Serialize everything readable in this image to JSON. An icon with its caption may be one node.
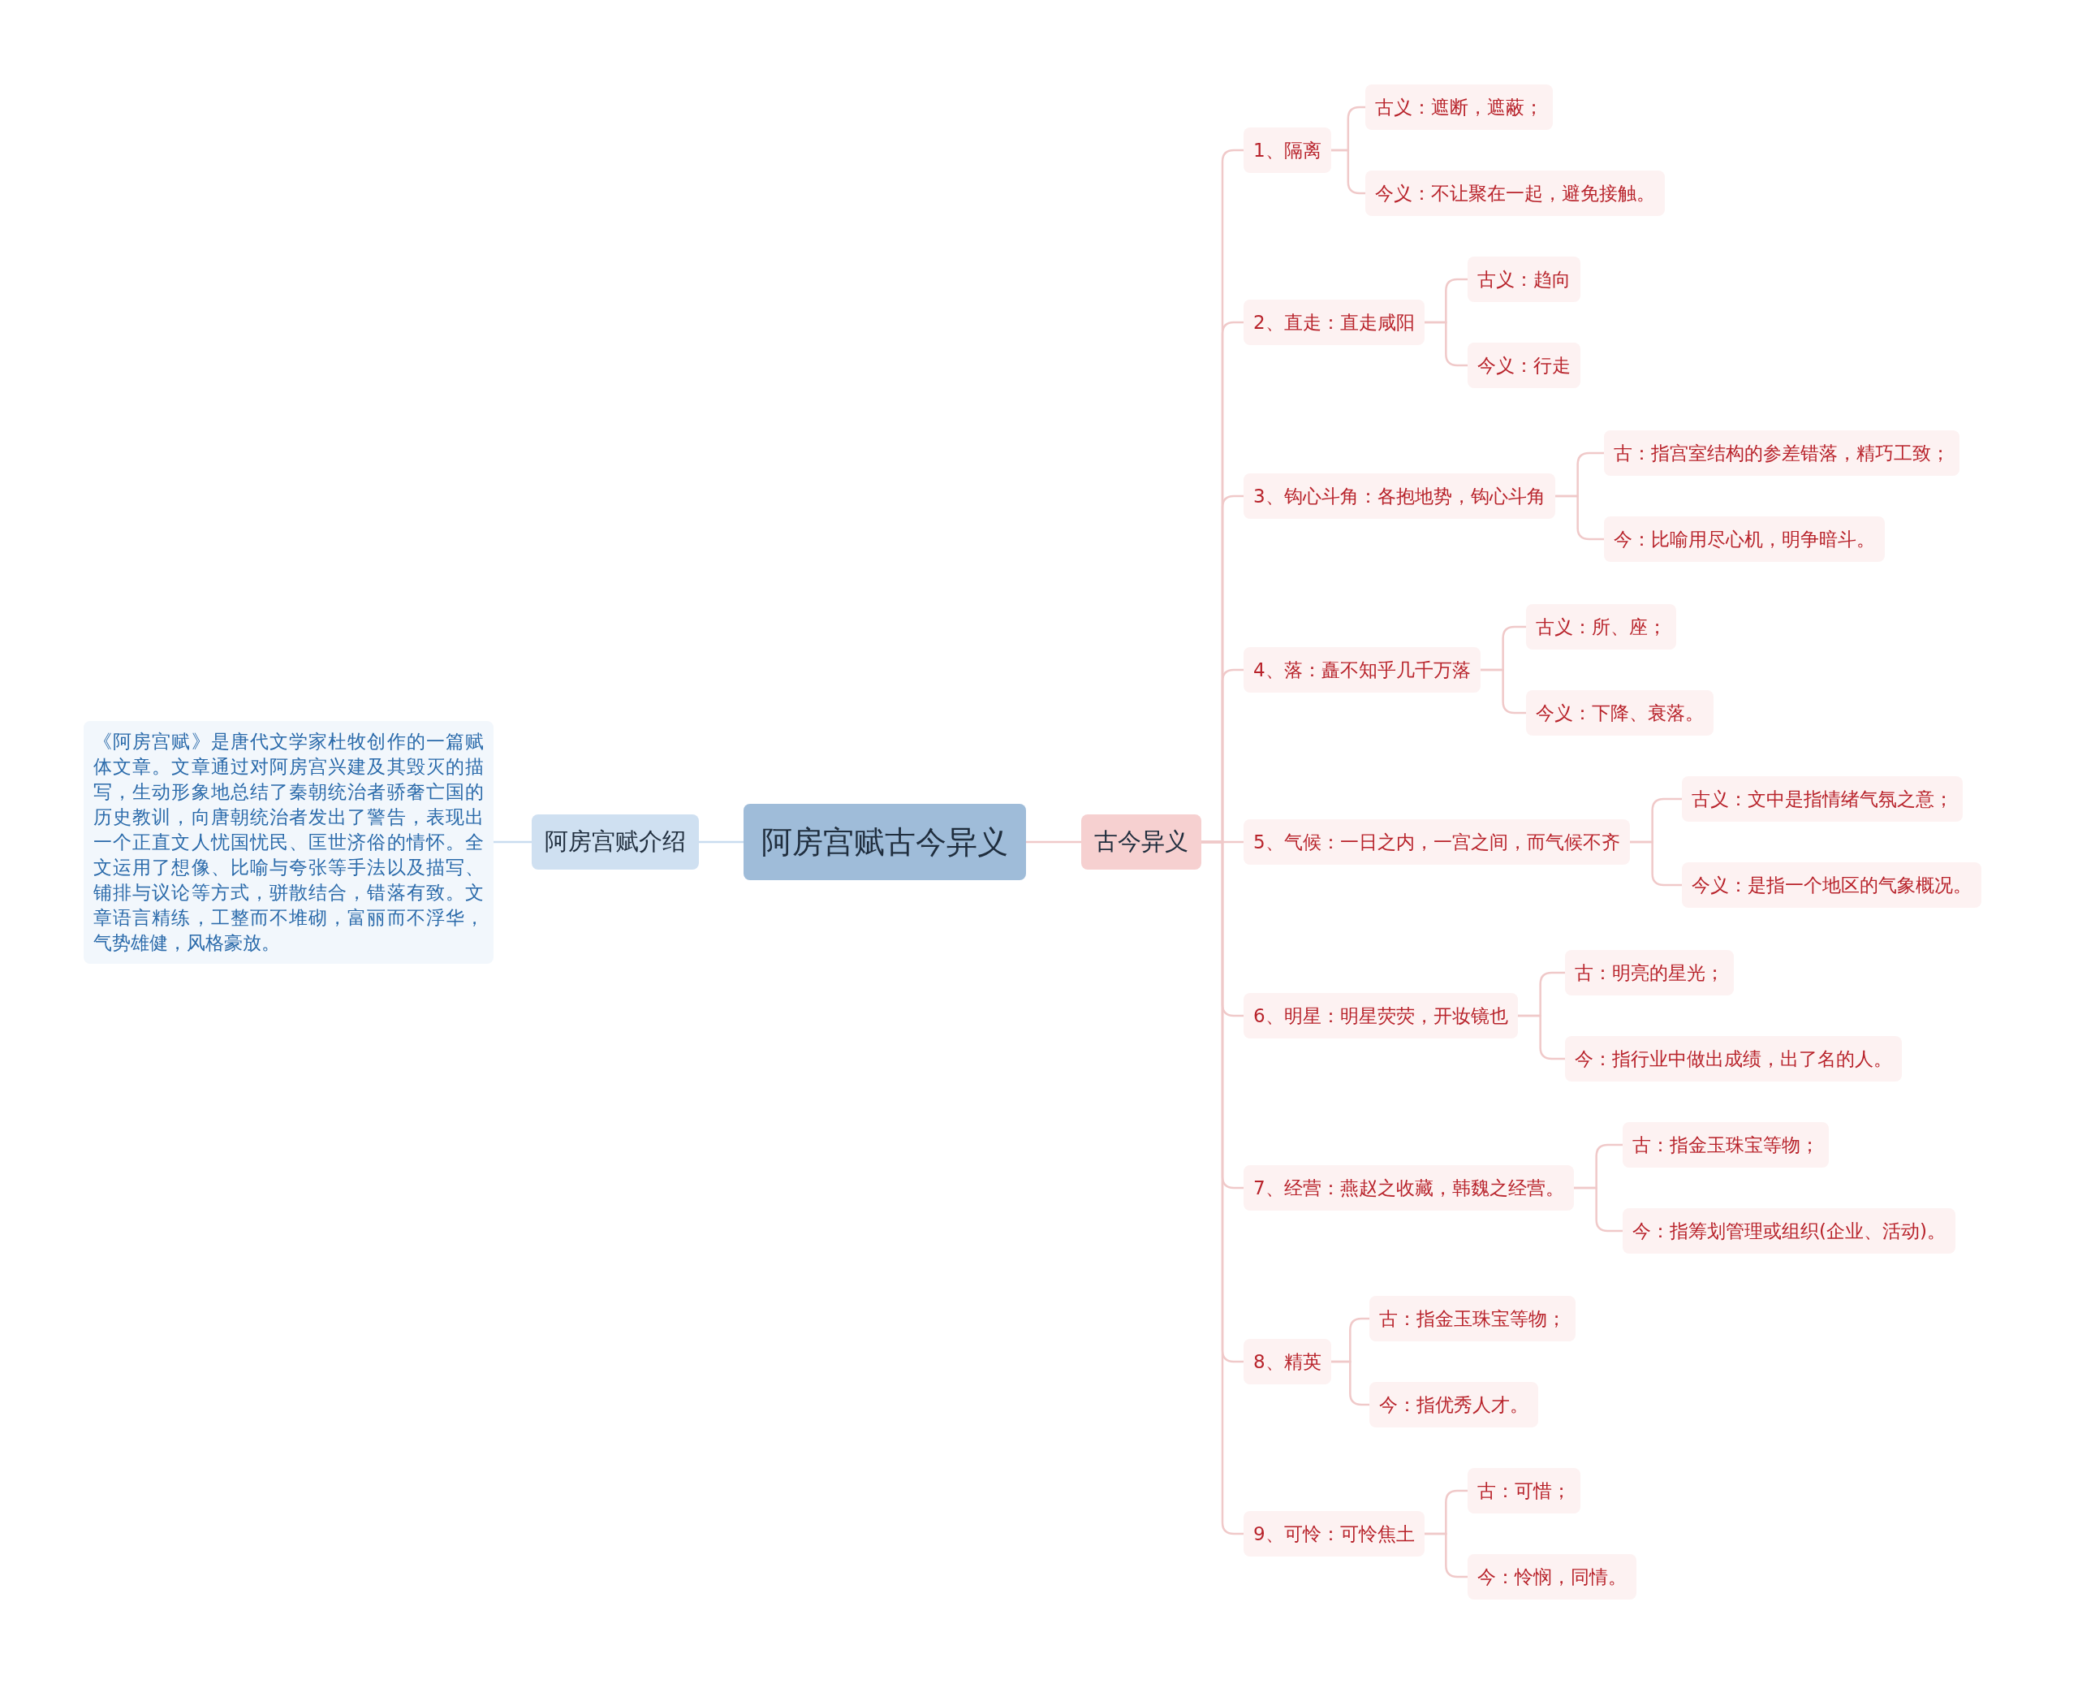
{
  "diagram": {
    "nodes": [
      {
        "text": [
          "阿房宫赋古今异义"
        ]
      },
      {
        "text": [
          "阿房宫赋介绍"
        ]
      },
      {
        "text": [
          "《阿房宫赋》是唐代文学家杜牧创作的一篇赋体文章。文章通过对阿房宫兴建及其毁灭的描写，生动形象地总结了秦朝统治者骄奢亡国的历史教训，向唐朝统治者发出了警告，表现出一个正直文人忧国忧民、匡世济俗的情怀。全文运用了想像、比喻与夸张等手法以及描写、铺排与议论等方式，骈散结合，错落有致。文章语言精练，工整而不堆砌，富丽而不浮华，气势雄健，风格豪放。"
        ]
      },
      {
        "text": [
          "古今异义"
        ]
      },
      {
        "text": [
          "1、隔离"
        ]
      },
      {
        "text": [
          "古义：遮断，遮蔽；"
        ]
      },
      {
        "text": [
          "今义：不让聚在一起，避免接触。"
        ]
      },
      {
        "text": [
          "2、直走：直走咸阳"
        ]
      },
      {
        "text": [
          "古义：趋向"
        ]
      },
      {
        "text": [
          "今义：行走"
        ]
      },
      {
        "text": [
          "3、钩心斗角：各抱地势，钩心斗角"
        ]
      },
      {
        "text": [
          "古：指宫室结构的参差错落，精巧工致；"
        ]
      },
      {
        "text": [
          "今：比喻用尽心机，明争暗斗。"
        ]
      },
      {
        "text": [
          "4、落：矗不知乎几千万落"
        ]
      },
      {
        "text": [
          "古义：所、座；"
        ]
      },
      {
        "text": [
          "今义：下降、衰落。"
        ]
      },
      {
        "text": [
          "5、气候：一日之内，一宫之间，而气候不齐"
        ]
      },
      {
        "text": [
          "古义：文中是指情绪气氛之意；"
        ]
      },
      {
        "text": [
          "今义：是指一个地区的气象概况。"
        ]
      },
      {
        "text": [
          "6、明星：明星荧荧，开妆镜也"
        ]
      },
      {
        "text": [
          "古：明亮的星光；"
        ]
      },
      {
        "text": [
          "今：指行业中做出成绩，出了名的人。"
        ]
      },
      {
        "text": [
          "7、经营：燕赵之收藏，韩魏之经营。"
        ]
      },
      {
        "text": [
          "古：指金玉珠宝等物；"
        ]
      },
      {
        "text": [
          "今：指筹划管理或组织(企业、活动)。"
        ]
      },
      {
        "text": [
          "8、精英"
        ]
      },
      {
        "text": [
          "古：指金玉珠宝等物；"
        ]
      },
      {
        "text": [
          "今：指优秀人才。"
        ]
      },
      {
        "text": [
          "9、可怜：可怜焦土"
        ]
      },
      {
        "text": [
          "古：可惜；"
        ]
      },
      {
        "text": [
          "今：怜悯，同情。"
        ]
      }
    ],
    "edges": [
      {
        "from": 0,
        "to": 1,
        "arrow": "none",
        "color": "#c9dcef"
      },
      {
        "from": 1,
        "to": 2,
        "arrow": "none",
        "color": "#c9dcef"
      },
      {
        "from": 0,
        "to": 3,
        "arrow": "none"
      },
      {
        "from": 3,
        "to": 4,
        "arrow": "none"
      },
      {
        "from": 4,
        "to": 5,
        "arrow": "none"
      },
      {
        "from": 4,
        "to": 6,
        "arrow": "none"
      },
      {
        "from": 3,
        "to": 7,
        "arrow": "none"
      },
      {
        "from": 7,
        "to": 8,
        "arrow": "none"
      },
      {
        "from": 7,
        "to": 9,
        "arrow": "none"
      },
      {
        "from": 3,
        "to": 10,
        "arrow": "none"
      },
      {
        "from": 10,
        "to": 11,
        "arrow": "none"
      },
      {
        "from": 10,
        "to": 12,
        "arrow": "none"
      },
      {
        "from": 3,
        "to": 13,
        "arrow": "none"
      },
      {
        "from": 13,
        "to": 14,
        "arrow": "none"
      },
      {
        "from": 13,
        "to": 15,
        "arrow": "none"
      },
      {
        "from": 3,
        "to": 16,
        "arrow": "none"
      },
      {
        "from": 16,
        "to": 17,
        "arrow": "none"
      },
      {
        "from": 16,
        "to": 18,
        "arrow": "none"
      },
      {
        "from": 3,
        "to": 19,
        "arrow": "none"
      },
      {
        "from": 19,
        "to": 20,
        "arrow": "none"
      },
      {
        "from": 19,
        "to": 21,
        "arrow": "none"
      },
      {
        "from": 3,
        "to": 22,
        "arrow": "none"
      },
      {
        "from": 22,
        "to": 23,
        "arrow": "none"
      },
      {
        "from": 22,
        "to": 24,
        "arrow": "none"
      },
      {
        "from": 3,
        "to": 25,
        "arrow": "none"
      },
      {
        "from": 25,
        "to": 26,
        "arrow": "none"
      },
      {
        "from": 25,
        "to": 27,
        "arrow": "none"
      },
      {
        "from": 3,
        "to": 28,
        "arrow": "none"
      },
      {
        "from": 28,
        "to": 29,
        "arrow": "none"
      },
      {
        "from": 28,
        "to": 30,
        "arrow": "none"
      }
    ]
  }
}
